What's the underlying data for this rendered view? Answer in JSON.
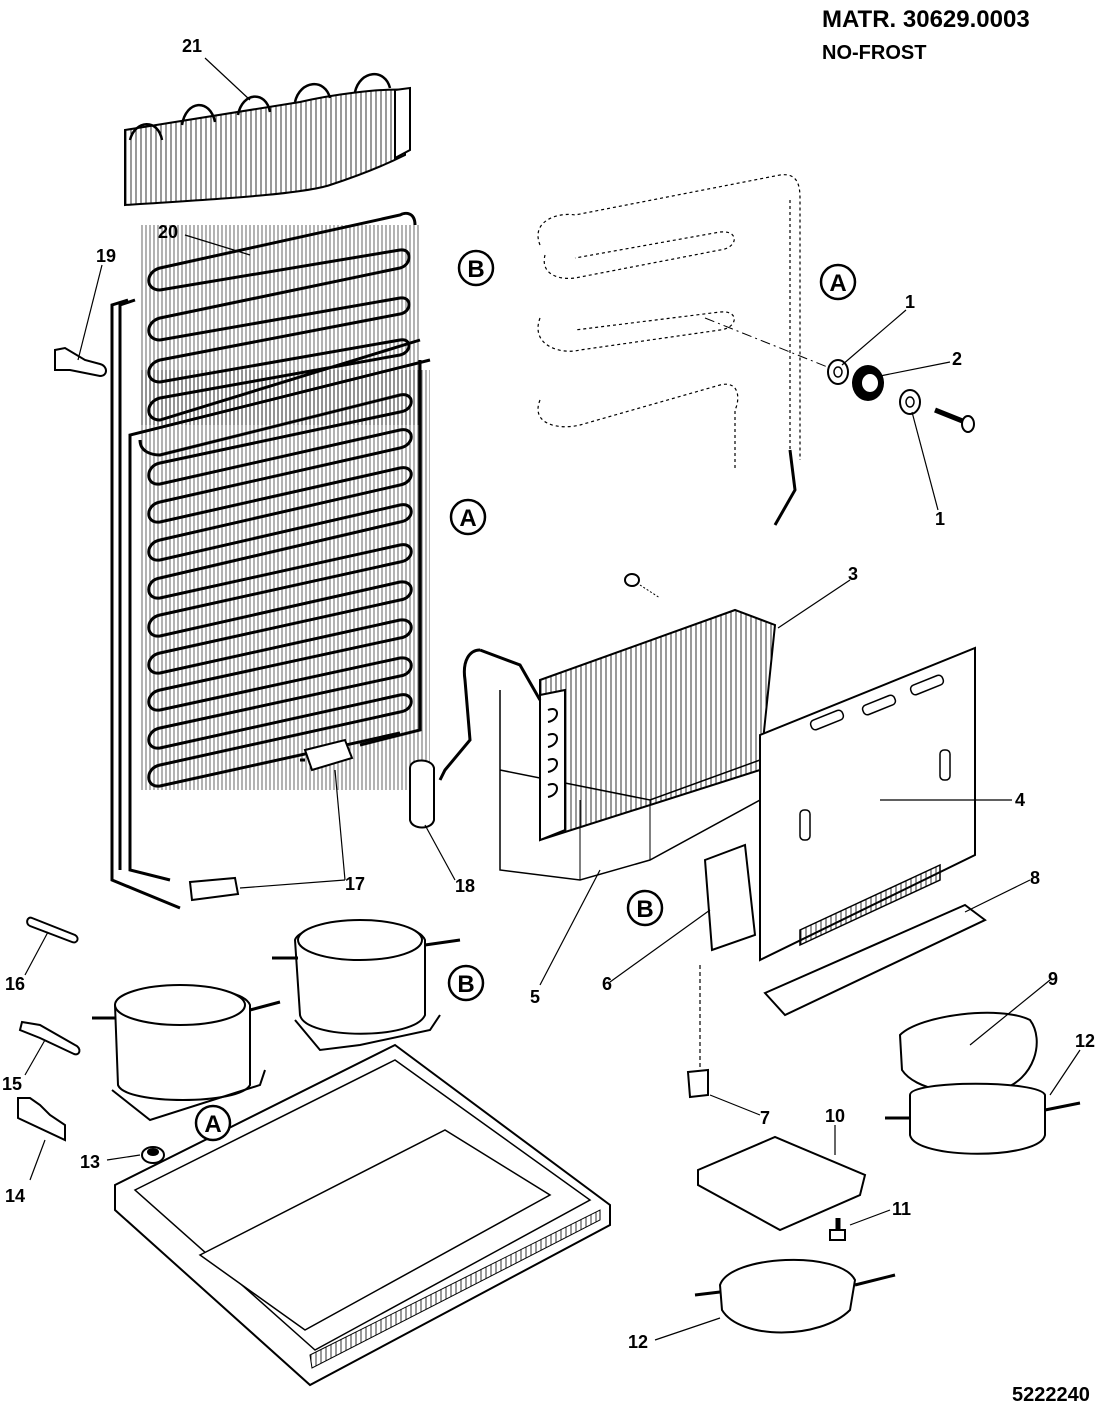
{
  "header": {
    "material_code": "MATR. 30629.0003",
    "variant": "NO-FROST",
    "document_number": "5222240"
  },
  "callouts": {
    "p1": "1",
    "p2": "2",
    "p3": "3",
    "p4": "4",
    "p5": "5",
    "p6": "6",
    "p7": "7",
    "p8": "8",
    "p9": "9",
    "p10": "10",
    "p11": "11",
    "p12": "12",
    "p13": "13",
    "p14": "14",
    "p15": "15",
    "p16": "16",
    "p17": "17",
    "p18": "18",
    "p19": "19",
    "p20": "20",
    "p21": "21"
  },
  "variant_markers": {
    "a": "A",
    "b": "B"
  }
}
